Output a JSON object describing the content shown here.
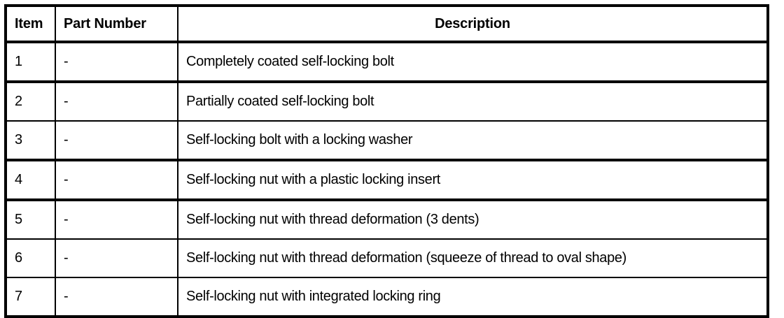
{
  "table": {
    "name": "self-locking-fasteners-legend",
    "columns": [
      {
        "key": "item",
        "label": "Item",
        "align": "left"
      },
      {
        "key": "part_number",
        "label": "Part Number",
        "align": "left"
      },
      {
        "key": "description",
        "label": "Description",
        "align": "center"
      }
    ],
    "rows": [
      {
        "item": "1",
        "part_number": "-",
        "description": "Completely coated self-locking bolt"
      },
      {
        "item": "2",
        "part_number": "-",
        "description": "Partially coated self-locking bolt"
      },
      {
        "item": "3",
        "part_number": "-",
        "description": "Self-locking bolt with a locking washer"
      },
      {
        "item": "4",
        "part_number": "-",
        "description": "Self-locking nut with a plastic locking insert"
      },
      {
        "item": "5",
        "part_number": "-",
        "description": "Self-locking nut with thread deformation (3 dents)"
      },
      {
        "item": "6",
        "part_number": "-",
        "description": "Self-locking nut with thread deformation (squeeze of thread to oval shape)"
      },
      {
        "item": "7",
        "part_number": "-",
        "description": "Self-locking nut with integrated locking ring"
      }
    ]
  },
  "colors": {
    "rule": "#000000",
    "text": "#000000",
    "background": "#ffffff"
  }
}
